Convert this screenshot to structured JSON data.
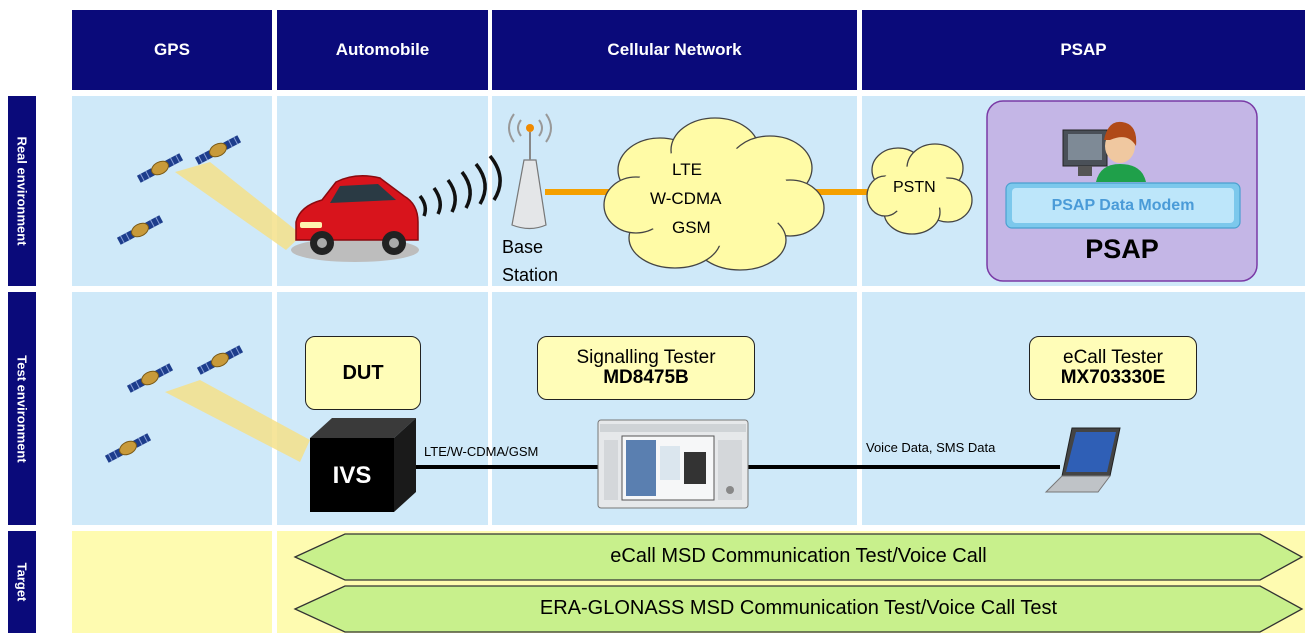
{
  "header": {
    "gps": "GPS",
    "automobile": "Automobile",
    "cellular": "Cellular Network",
    "psap": "PSAP"
  },
  "rows": {
    "real": "Real environment",
    "test": "Test environment",
    "target": "Target"
  },
  "real": {
    "base_station": "Base\nStation",
    "cloud": [
      "LTE",
      "W-CDMA",
      "GSM"
    ],
    "pstn": "PSTN",
    "psap_modem": "PSAP Data Modem",
    "psap_label": "PSAP"
  },
  "test": {
    "dut": "DUT",
    "ivs": "IVS",
    "sig_tester_name": "Signalling Tester",
    "sig_tester_model": "MD8475B",
    "ecall_tester_name": "eCall Tester",
    "ecall_tester_model": "MX703330E",
    "link_left": "LTE/W-CDMA/GSM",
    "link_right": "Voice Data, SMS Data"
  },
  "target": {
    "line1": "eCall MSD Communication Test/Voice Call",
    "line2": "ERA-GLONASS MSD Communication Test/Voice Call Test"
  },
  "colors": {
    "header": "#0a0a7a",
    "cell": "#cfe9f9",
    "target_cell": "#fefbb0",
    "arrow": "#c8f08c",
    "link": "#f5a000",
    "psap_box": "#c4b6e6"
  }
}
